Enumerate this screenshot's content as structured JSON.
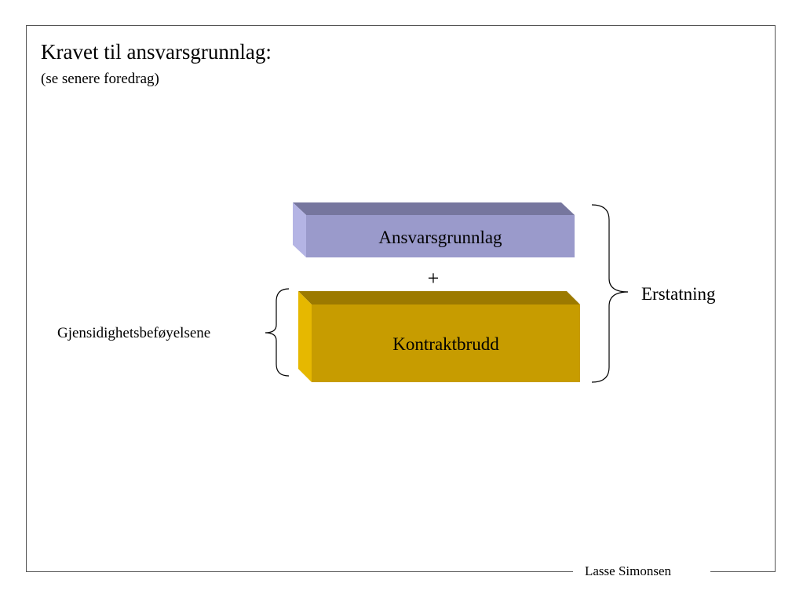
{
  "slide": {
    "title": "Kravet til ansvarsgrunnlag:",
    "subtitle": "(se senere foredrag)",
    "author": "Lasse Simonsen"
  },
  "diagram": {
    "top_box_label": "Ansvarsgrunnlag",
    "bottom_box_label": "Kontraktbrudd",
    "operator": "+",
    "right_brace_label": "Erstatning",
    "left_brace_label": "Gjensidighetsbeføyelsene",
    "colors": {
      "top_box_front": "#9a9acb",
      "top_box_top": "#76769e",
      "top_box_side": "#b4b4e4",
      "bottom_box_front": "#c79c00",
      "bottom_box_top": "#9c7a00",
      "bottom_box_side": "#e6b800",
      "frame": "#555555"
    }
  }
}
